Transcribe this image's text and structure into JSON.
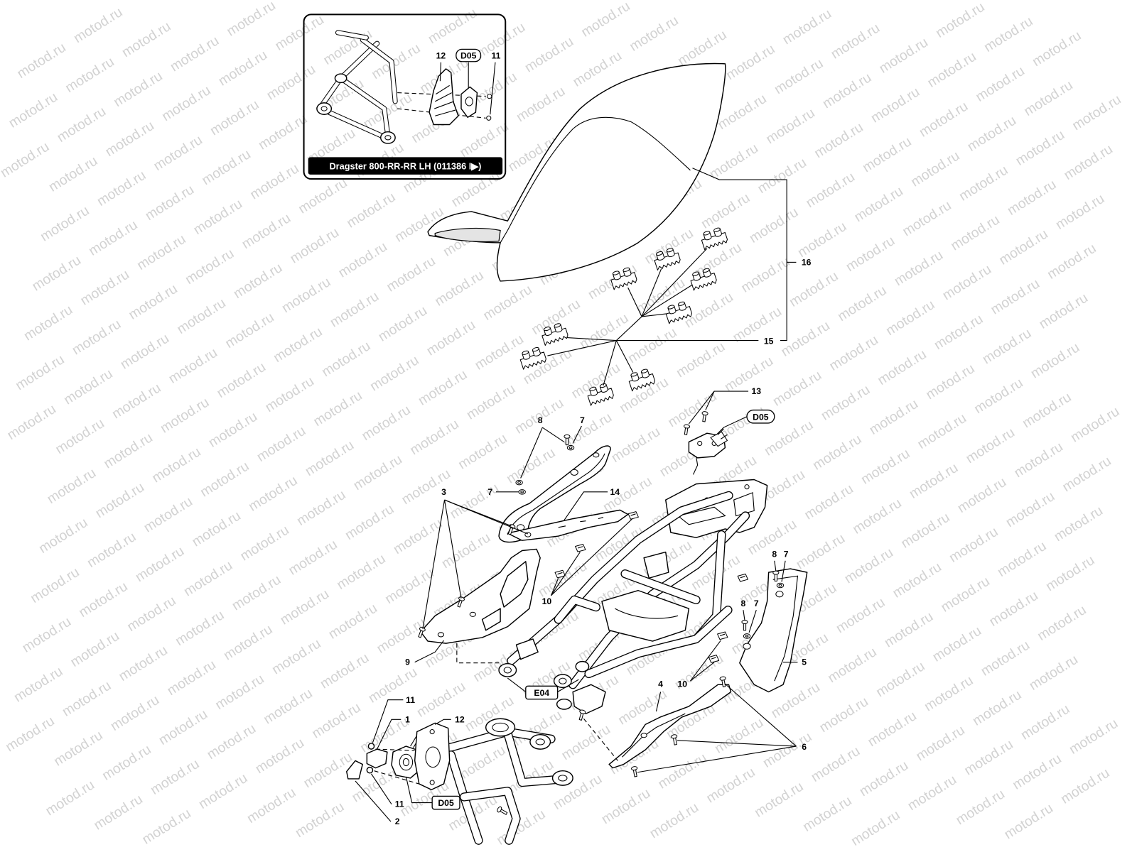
{
  "watermark": "motod.ru",
  "inset": {
    "caption": "Dragster 800-RR-RR LH (011386 I▶)",
    "label_12": "12",
    "label_d05": "D05",
    "label_11": "11"
  },
  "callouts": {
    "label_16": "16",
    "label_15": "15",
    "label_13": "13",
    "label_d05_latch": "D05",
    "label_8_handle": "8",
    "label_7_handle": "7",
    "label_7_handle_left": "7",
    "label_14": "14",
    "label_3": "3",
    "label_8_right_upper": "8",
    "label_7_right_upper": "7",
    "label_10_left": "10",
    "label_8_right_lower": "8",
    "label_7_right_lower": "7",
    "label_9": "9",
    "label_e04": "E04",
    "label_5": "5",
    "label_10_right": "10",
    "label_4": "4",
    "label_6": "6",
    "label_11_upper": "11",
    "label_1": "1",
    "label_12": "12",
    "label_11_lower": "11",
    "label_2": "2",
    "label_d05_footrest": "D05"
  },
  "colors": {
    "ink": "#000000",
    "watermark": "#d2d2d2",
    "background": "#ffffff"
  }
}
